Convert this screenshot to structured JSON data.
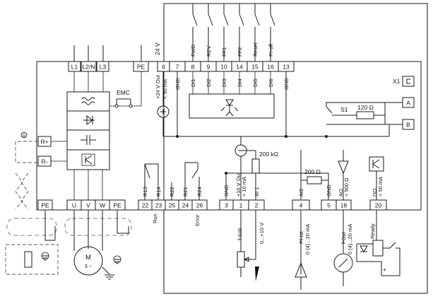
{
  "power": {
    "inputs": [
      "L1",
      "L2/N",
      "L3"
    ],
    "pe_top": "PE",
    "emc": "EMC",
    "brake": [
      "R+",
      "R-"
    ],
    "outputs": [
      "PE",
      "U",
      "V",
      "W",
      "PE"
    ],
    "motor": "M",
    "motor_phase": "3 ~",
    "note_marker": "①"
  },
  "supply": {
    "label": "24 V",
    "terminal": "6",
    "rating_line1": "+24 V Out",
    "rating_line2": "< 50 mA"
  },
  "digital_inputs": {
    "terminals": [
      "7",
      "8",
      "9",
      "10",
      "14",
      "15",
      "16",
      "13"
    ],
    "top_labels": [
      "FWD",
      "REV",
      "FF1",
      "FF2",
      "Reset",
      "PI-off"
    ],
    "inner_labels": [
      "GND",
      "DI1",
      "DI2",
      "DI3",
      "DI4",
      "DI5",
      "DI6",
      "GND"
    ]
  },
  "comm": {
    "connector": "X1",
    "terminals": [
      "A",
      "B"
    ],
    "switch": "S1",
    "resistor": "120 Ω"
  },
  "relays": {
    "terminals": [
      "22",
      "23",
      "25",
      "24",
      "26"
    ],
    "labels": [
      "R13",
      "R14",
      "R22",
      "R21",
      "R24"
    ],
    "signals": [
      "Run",
      "Error"
    ]
  },
  "analog": {
    "terminals": [
      "3",
      "1",
      "2",
      "4",
      "5",
      "18",
      "20"
    ],
    "labels": [
      "GND",
      "+10 V Out",
      "AI 1",
      "AI2",
      "GND",
      "AO",
      "DO"
    ],
    "ref_rating": "< 10 mA",
    "ai_resistor": "200 kΩ",
    "ai2_resistor": "200 Ω",
    "ao_rating": "< 500 Ω",
    "do_rating": "< 50 mA",
    "signals": [
      "f-Soll",
      "0...+10 V",
      "PI-Ist",
      "0 (4)...20 mA",
      "f-Out",
      "0 (4)...20 mA",
      "Ready"
    ],
    "plus": "+"
  }
}
